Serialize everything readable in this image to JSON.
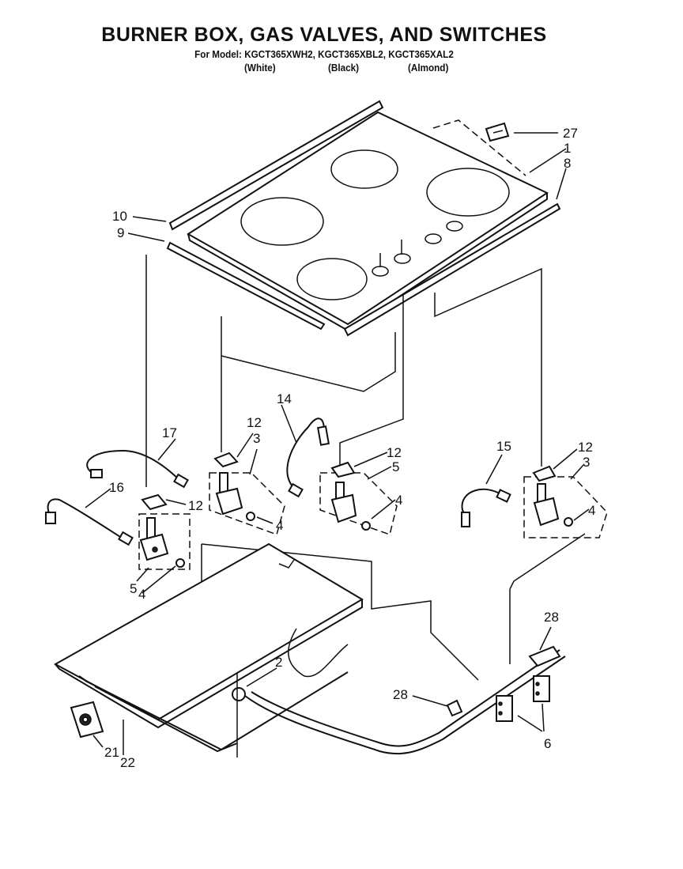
{
  "header": {
    "title": "BURNER BOX, GAS VALVES, AND SWITCHES",
    "model_line": "For Model: KGCT365XWH2, KGCT365XBL2, KGCT365XAL2",
    "variants": [
      "(White)",
      "(Black)",
      "(Almond)"
    ]
  },
  "callouts": {
    "c27": "27",
    "c1": "1",
    "c8": "8",
    "c10": "10",
    "c9": "9",
    "c14": "14",
    "c17": "17",
    "c12a": "12",
    "c3a": "3",
    "c16": "16",
    "c12b": "12",
    "c12c": "12",
    "c5a": "5",
    "c4a": "4",
    "c15": "15",
    "c12d": "12",
    "c3b": "3",
    "c4b": "4",
    "c4c": "4",
    "c5b": "5",
    "c4d": "4",
    "c28a": "28",
    "c2": "2",
    "c28b": "28",
    "c6": "6",
    "c21": "21",
    "c22": "22"
  }
}
